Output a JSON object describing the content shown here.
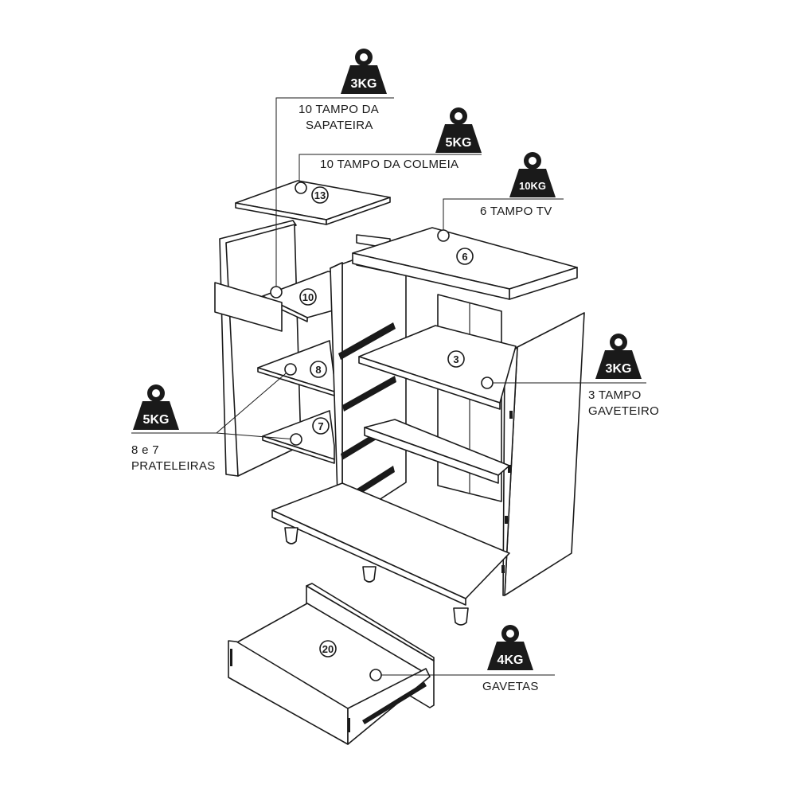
{
  "callouts": {
    "sapateira_weight": "3KG",
    "sapateira_line1": "10 TAMPO DA",
    "sapateira_line2": "SAPATEIRA",
    "colmeia_weight": "5KG",
    "colmeia_label": "10 TAMPO DA COLMEIA",
    "tv_weight": "10KG",
    "tv_label": "6 TAMPO TV",
    "gaveteiro_weight": "3KG",
    "gaveteiro_line1": "3 TAMPO",
    "gaveteiro_line2": "GAVETEIRO",
    "prateleiras_weight": "5KG",
    "prateleiras_line1": "8 e 7",
    "prateleiras_line2": "PRATELEIRAS",
    "gavetas_weight": "4KG",
    "gavetas_label": "GAVETAS"
  },
  "parts": {
    "p13": "13",
    "p10": "10",
    "p8": "8",
    "p7": "7",
    "p6": "6",
    "p3": "3",
    "p20": "20"
  },
  "icons": {
    "weight_icon": "kettlebell-weight-icon"
  }
}
